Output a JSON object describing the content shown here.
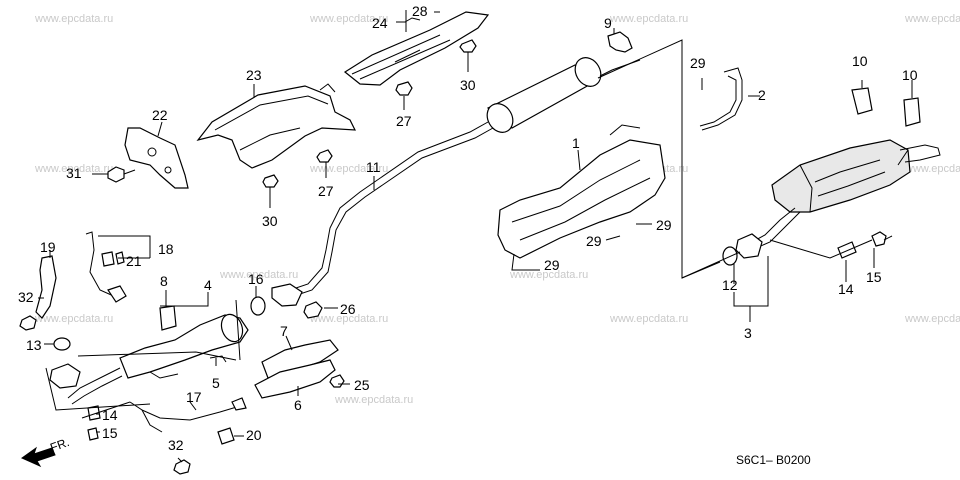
{
  "watermark": "www.epcdata.ru",
  "diagram_code": "S6C1– B0200",
  "direction_label": "FR.",
  "callouts": [
    {
      "id": "c28",
      "label": "28"
    },
    {
      "id": "c24",
      "label": "24"
    },
    {
      "id": "c9",
      "label": "9"
    },
    {
      "id": "c30a",
      "label": "30"
    },
    {
      "id": "c23",
      "label": "23"
    },
    {
      "id": "c22",
      "label": "22"
    },
    {
      "id": "c31",
      "label": "31"
    },
    {
      "id": "c27a",
      "label": "27"
    },
    {
      "id": "c27b",
      "label": "27"
    },
    {
      "id": "c30b",
      "label": "30"
    },
    {
      "id": "c11",
      "label": "11"
    },
    {
      "id": "c1",
      "label": "1"
    },
    {
      "id": "c29a",
      "label": "29"
    },
    {
      "id": "c29b",
      "label": "29"
    },
    {
      "id": "c29c",
      "label": "29"
    },
    {
      "id": "c29d",
      "label": "29"
    },
    {
      "id": "c2",
      "label": "2"
    },
    {
      "id": "c10a",
      "label": "10"
    },
    {
      "id": "c10b",
      "label": "10"
    },
    {
      "id": "c19",
      "label": "19"
    },
    {
      "id": "c18",
      "label": "18"
    },
    {
      "id": "c21",
      "label": "21"
    },
    {
      "id": "c32a",
      "label": "32"
    },
    {
      "id": "c8",
      "label": "8"
    },
    {
      "id": "c4",
      "label": "4"
    },
    {
      "id": "c16",
      "label": "16"
    },
    {
      "id": "c26",
      "label": "26"
    },
    {
      "id": "c13",
      "label": "13"
    },
    {
      "id": "c7",
      "label": "7"
    },
    {
      "id": "c5",
      "label": "5"
    },
    {
      "id": "c25",
      "label": "25"
    },
    {
      "id": "c6",
      "label": "6"
    },
    {
      "id": "c14a",
      "label": "14"
    },
    {
      "id": "c15a",
      "label": "15"
    },
    {
      "id": "c17",
      "label": "17"
    },
    {
      "id": "c20",
      "label": "20"
    },
    {
      "id": "c32b",
      "label": "32"
    },
    {
      "id": "c12",
      "label": "12"
    },
    {
      "id": "c3",
      "label": "3"
    },
    {
      "id": "c14b",
      "label": "14"
    },
    {
      "id": "c15b",
      "label": "15"
    }
  ]
}
